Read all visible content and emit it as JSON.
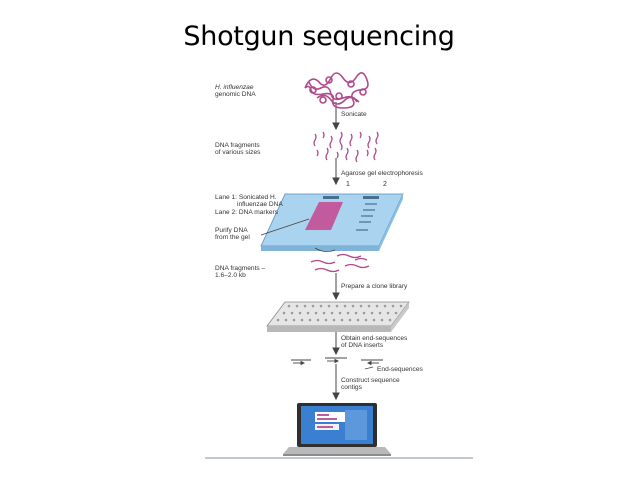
{
  "title": "Shotgun sequencing",
  "labels": {
    "genomic_l1": "H. influenzae",
    "genomic_l2": "genomic DNA",
    "fragments_l1": "DNA fragments",
    "fragments_l2": "of various sizes",
    "lane1_l1": "Lane 1: Sonicated H.",
    "lane1_l2": "influenzae DNA",
    "lane2": "Lane 2: DNA markers",
    "purify_l1": "Purify DNA",
    "purify_l2": "from the gel",
    "sized_l1": "DNA fragments –",
    "sized_l2": "1.6–2.0 kb"
  },
  "steps": {
    "sonicate": "Sonicate",
    "agarose": "Agarose gel electrophoresis",
    "clone": "Prepare a clone library",
    "endseq_l1": "Obtain end-sequences",
    "endseq_l2": "of DNA inserts",
    "endseqs": "End-sequences",
    "contigs_l1": "Construct sequence",
    "contigs_l2": "contigs"
  },
  "lanes": {
    "lane1": "1",
    "lane2": "2"
  },
  "colors": {
    "dna": "#b04a8c",
    "gel": "#a9d3ee",
    "gel_band": "#c25a9e",
    "plate": "#dcdcdc",
    "screen": "#3a7fd0"
  },
  "icons": [
    "dna-coil-icon",
    "dna-fragments-icon",
    "gel-slab-icon",
    "clone-plate-icon",
    "laptop-icon"
  ]
}
